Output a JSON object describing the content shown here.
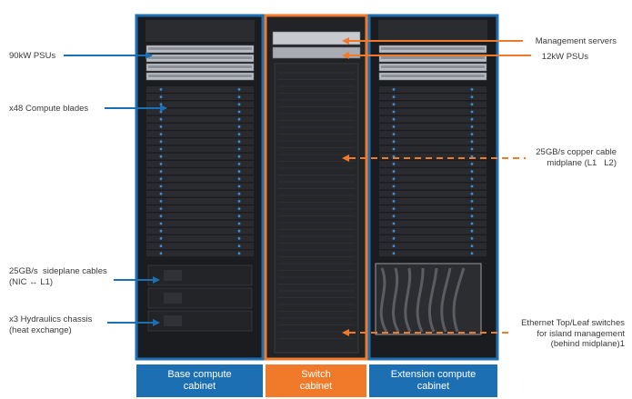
{
  "colors": {
    "blue": "#1d6fb3",
    "orange": "#f07a2a",
    "rack": "#1b1c1f",
    "blade": "#2a2b2f",
    "led": "#3c8fd6"
  },
  "labels": {
    "left": [
      {
        "id": "psus_90kw",
        "text": "90kW PSUs"
      },
      {
        "id": "compute_blades",
        "text": "x48 Compute blades"
      },
      {
        "id": "sideplane",
        "text": "25GB/s  sideplane cables\n(NIC ↔ L1)"
      },
      {
        "id": "hydraulics",
        "text": "x3 Hydraulics chassis\n(heat exchange)"
      }
    ],
    "right": [
      {
        "id": "mgmt_servers",
        "text": "Management servers"
      },
      {
        "id": "psus_12kw",
        "text": "12kW PSUs"
      },
      {
        "id": "copper_midplane",
        "text": "25GB/s copper cable\nmidplane (L1   L2)"
      },
      {
        "id": "ethernet_switches",
        "text": "Ethernet Top/Leaf switches\nfor island management\n(behind midplane)1"
      }
    ]
  },
  "footer": [
    {
      "id": "base",
      "text": "Base compute\ncabinet"
    },
    {
      "id": "switch",
      "text": "Switch\ncabinet"
    },
    {
      "id": "extension",
      "text": "Extension compute\ncabinet"
    }
  ]
}
